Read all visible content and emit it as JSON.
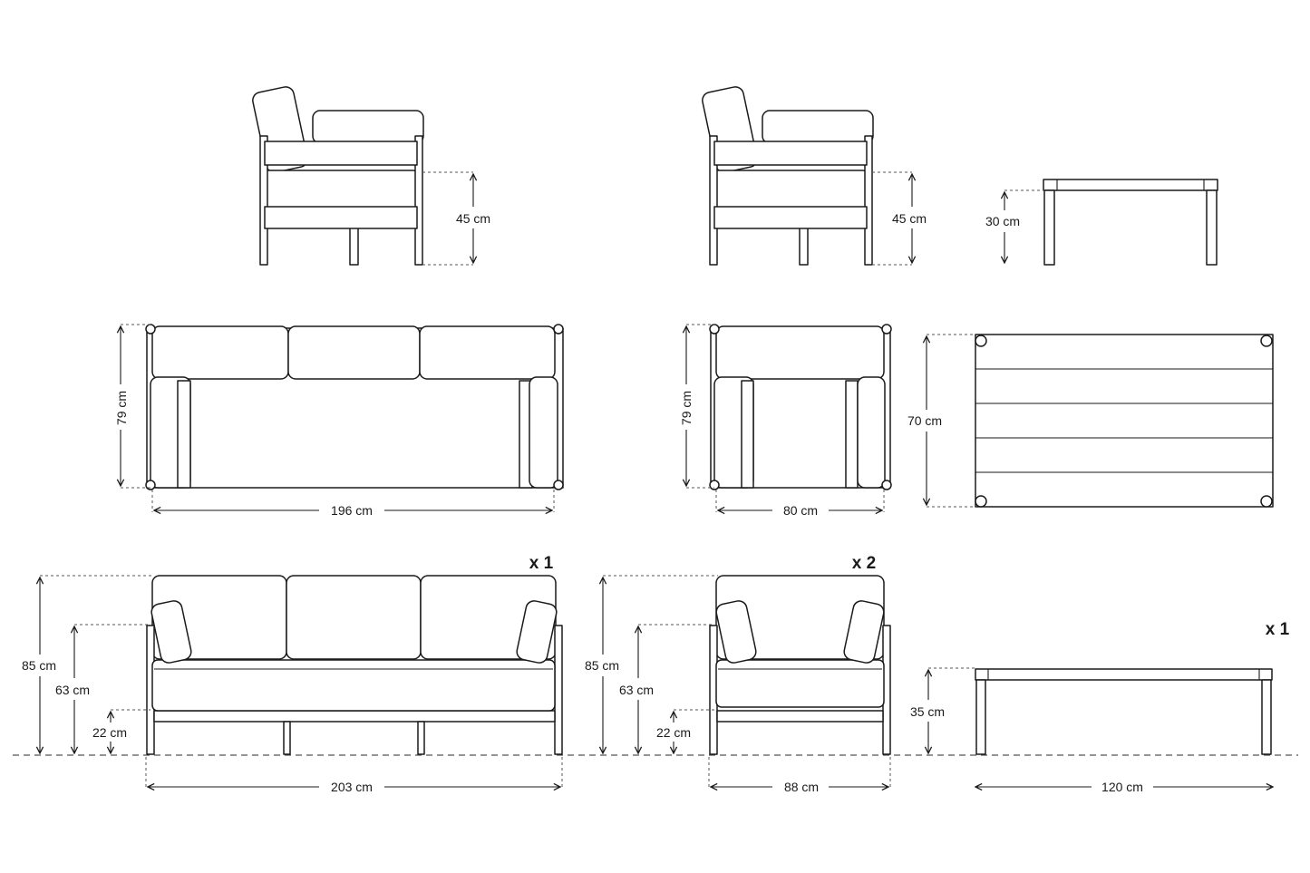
{
  "colors": {
    "line": "#1a1a1a",
    "dashed": "#555555",
    "background": "#ffffff"
  },
  "side_views": {
    "sofa_side_seat_height": "45 cm",
    "armchair_side_seat_height": "45 cm",
    "table_side_height": "30 cm"
  },
  "top_views": {
    "sofa_depth": "79 cm",
    "sofa_width": "196 cm",
    "armchair_depth": "79 cm",
    "armchair_width": "80 cm",
    "table_depth": "70 cm"
  },
  "front_views": {
    "sofa_quantity": "x 1",
    "sofa_total_height": "85 cm",
    "sofa_arm_height": "63 cm",
    "sofa_frame_height": "22 cm",
    "sofa_total_width": "203 cm",
    "armchair_quantity": "x 2",
    "armchair_total_height": "85 cm",
    "armchair_arm_height": "63 cm",
    "armchair_frame_height": "22 cm",
    "armchair_total_width": "88 cm",
    "table_quantity": "x 1",
    "table_height": "35 cm",
    "table_width": "120 cm"
  }
}
